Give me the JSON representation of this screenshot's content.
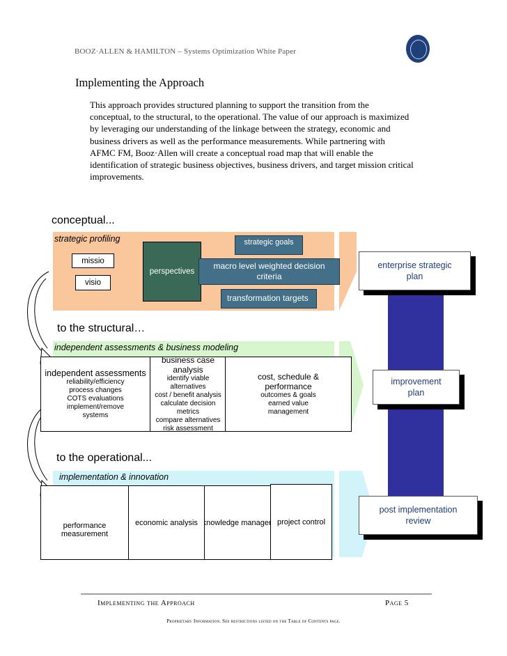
{
  "header": {
    "company": "BOOZ·ALLEN & HAMILTON",
    "doc_title": "– Systems Optimization White Paper"
  },
  "section": {
    "title": "Implementing the Approach",
    "lines": [
      "This approach provides structured planning to support the transition from the",
      "conceptual, to the structural, to the operational.  The value of our approach is maximized",
      "by leveraging our understanding of the linkage between the strategy, economic and",
      "business drivers as well as the performance measurements.  While partnering with",
      "AFMC FM, Booz·Allen will create a conceptual road map that will enable the",
      "identification of strategic business objectives, business drivers, and target mission critical",
      "improvements."
    ]
  },
  "diagram": {
    "conceptual": {
      "heading": "conceptual...",
      "band_label": "strategic profiling",
      "mission": "missio",
      "vision": "visio",
      "perspectives": "perspectives",
      "strategic_goals": "strategic goals",
      "macro_line1": "macro level weighted decision",
      "macro_line2": "criteria",
      "transformation": "transformation targets",
      "outcome_line1": "enterprise strategic",
      "outcome_line2": "plan"
    },
    "structural": {
      "heading": "to the structural…",
      "band_label": "independent assessments & business modeling",
      "col1_title": "independent assessments",
      "col1_items": [
        "reliability/efficiency",
        "process changes",
        "COTS evaluations",
        "implement/remove",
        "systems"
      ],
      "col2_title": "business case analysis",
      "col2_items": [
        "identify viable alternatives",
        "cost / benefit analysis",
        "calculate decision metrics",
        "compare alternatives",
        "risk assessment"
      ],
      "col3_title_line1": "cost, schedule &",
      "col3_title_line2": "performance",
      "col3_items": [
        "outcomes & goals",
        "earned value",
        "management"
      ],
      "outcome_line1": "improvement",
      "outcome_line2": "plan"
    },
    "operational": {
      "heading": "to the operational...",
      "band_label": "implementation & innovation",
      "perf_line1": "performance",
      "perf_line2": "measurement",
      "economic": "economic analysis",
      "knowledge": "knowledge management",
      "project": "project control",
      "outcome_line1": "post implementation",
      "outcome_line2": "review"
    }
  },
  "footer": {
    "left": "Implementing the Approach",
    "right": "Page  5",
    "notice": "Proprietary Information. See restrictions listed on the Table of Contents page."
  },
  "colors": {
    "conceptual_band": "#f9c79b",
    "structural_band": "#d7f5cd",
    "operational_band": "#d0f4f9",
    "teal_box": "#446f88",
    "dark_green_box": "#3a6a57",
    "navy_bar": "#2f2f9e",
    "outcome_text": "#1f3e75"
  }
}
